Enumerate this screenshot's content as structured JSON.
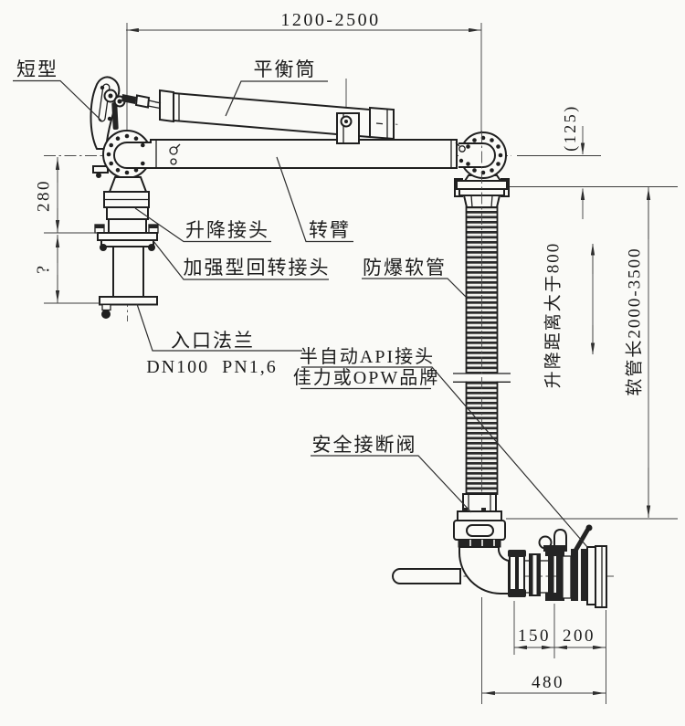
{
  "drawing": {
    "type": "engineering-drawing",
    "subject": "loading-arm",
    "colors": {
      "background": "#fafaf7",
      "line": "#1f1f1f",
      "dim": "#3c3c3c"
    },
    "callouts": {
      "short_type": "短型",
      "balance_cylinder": "平衡筒",
      "lift_joint": "升降接头",
      "swing_arm": "转臂",
      "reinforced_swivel_joint": "加强型回转接头",
      "inlet_flange": "入口法兰",
      "inlet_flange_spec": "DN100  PN1,6",
      "explosion_proof_hose": "防爆软管",
      "api_coupler": "半自动API接头",
      "api_coupler_brand": "佳力或OPW品牌",
      "safety_breakaway_valve": "安全接断阀"
    },
    "dimensions": {
      "arm_span": "1200-2500",
      "flange_offset": "(125)",
      "riser_top_height": "280",
      "riser_unknown_height": "?",
      "lift_distance_note": "升降距离大于800",
      "hose_length_note": "软管长2000-3500",
      "coupler_len_1": "150",
      "coupler_len_2": "200",
      "outreach_bottom": "480"
    }
  }
}
